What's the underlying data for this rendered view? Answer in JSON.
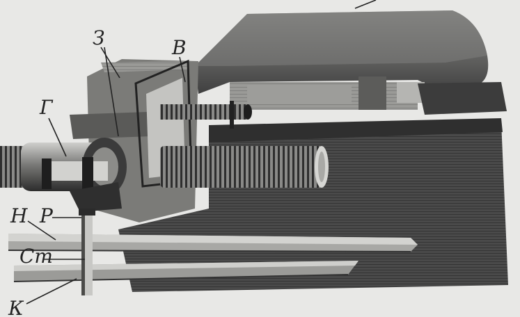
{
  "figure": {
    "labels": {
      "z": "З",
      "v": "В",
      "g": "Г",
      "n": "Н",
      "r": "Р",
      "st": "Ст",
      "k": "К"
    },
    "colors": {
      "background": "#e8e8e6",
      "ink": "#222222",
      "metal_dark": "#3a3a3a",
      "metal_mid": "#6b6b6b",
      "metal_light": "#b9b9b6"
    }
  }
}
